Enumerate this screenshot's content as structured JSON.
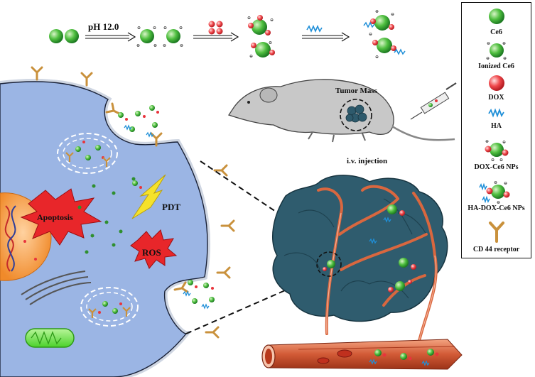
{
  "process": {
    "ph_label": "pH 12.0"
  },
  "mouse": {
    "tumor_label": "Tumor Mass",
    "injection_label": "i.v. injection"
  },
  "cell": {
    "apoptosis_label": "Apoptosis",
    "pdt_label": "PDT",
    "ros_label": "ROS"
  },
  "legend": {
    "items": [
      {
        "label": "Ce6",
        "icon": "green-sphere-icon"
      },
      {
        "label": "Ionized Ce6",
        "icon": "ionized-sphere-icon"
      },
      {
        "label": "DOX",
        "icon": "red-sphere-icon"
      },
      {
        "label": "HA",
        "icon": "ha-chain-icon"
      },
      {
        "label": "DOX-Ce6 NPs",
        "icon": "dox-ce6-np-icon"
      },
      {
        "label": "HA-DOX-Ce6 NPs",
        "icon": "ha-dox-ce6-np-icon"
      },
      {
        "label": "CD 44 receptor",
        "icon": "cd44-receptor-icon"
      }
    ]
  },
  "colors": {
    "ce6_green": "#3fae3f",
    "dox_red": "#e8343c",
    "cell_blue": "#9db7e6",
    "tumor_teal": "#2e5a6c",
    "vessel_orange": "#d9673f",
    "receptor_brown": "#c9913c",
    "ha_blue": "#1f8fd8"
  }
}
